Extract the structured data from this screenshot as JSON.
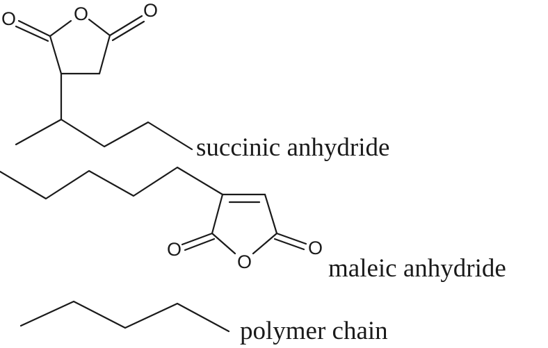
{
  "figure": {
    "structures": [
      {
        "id": "succinic",
        "label": "succinic anhydride",
        "atoms": {
          "o_left": "O",
          "o_ring": "O",
          "o_right": "O"
        }
      },
      {
        "id": "maleic",
        "label": "maleic anhydride",
        "atoms": {
          "o_left": "O",
          "o_ring": "O",
          "o_right": "O"
        }
      },
      {
        "id": "polymer",
        "label": "polymer chain"
      }
    ]
  }
}
